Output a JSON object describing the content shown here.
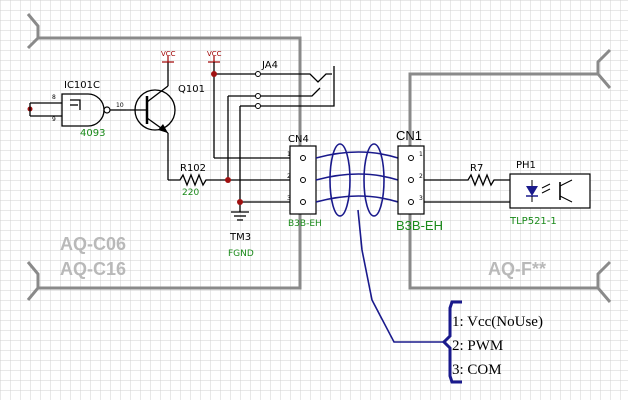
{
  "colors": {
    "grid": "#d0d0d0",
    "wire": "#000000",
    "bundle": "#1a1a8c",
    "junction": "#a01010",
    "frame": "#8a8a8a",
    "board_label": "#b9b9b9",
    "footprint": "#1a8a1a",
    "vcc": "#a00000"
  },
  "gate": {
    "ref": "IC101C",
    "part": "4093",
    "pin_a": "8",
    "pin_b": "9",
    "pin_out": "10"
  },
  "transistor": {
    "ref": "Q101"
  },
  "vcc_labels": [
    "VCC",
    "VCC"
  ],
  "resistor_r102": {
    "ref": "R102",
    "value": "220"
  },
  "jack": {
    "ref": "JA4"
  },
  "ground": {
    "ref": "TM3",
    "net": "FGND"
  },
  "connector_cn4": {
    "ref": "CN4",
    "part": "B3B-EH",
    "pins": [
      "1",
      "2",
      "3"
    ]
  },
  "connector_cn1": {
    "ref": "CN1",
    "part": "B3B-EH",
    "pins": [
      "1",
      "2",
      "3"
    ]
  },
  "resistor_r7": {
    "ref": "R7"
  },
  "optocoupler": {
    "ref": "PH1",
    "part": "TLP521-1"
  },
  "boards": {
    "left": [
      "AQ-C06",
      "AQ-C16"
    ],
    "right": "AQ-F**"
  },
  "legend": [
    "1: Vcc(NoUse)",
    "2: PWM",
    "3: COM"
  ]
}
